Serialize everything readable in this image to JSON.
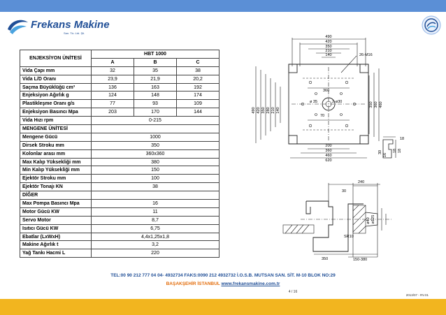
{
  "brand": {
    "name": "Frekans Makine",
    "sub": "San. Tic. Ltd. Şti."
  },
  "table": {
    "injection_title": "ENJEKSİYON ÜNİTESİ",
    "model": "HBT 1000",
    "cols": [
      "A",
      "B",
      "C"
    ],
    "injection_rows": [
      {
        "label": "Vida Çapı mm",
        "vals": [
          "32",
          "35",
          "38"
        ]
      },
      {
        "label": "Vida L/D Oranı",
        "vals": [
          "23,9",
          "21,9",
          "20,2"
        ]
      },
      {
        "label": "Saçma Büyüklüğü cm³",
        "vals": [
          "136",
          "163",
          "192"
        ]
      },
      {
        "label": "Enjeksiyon Ağırlık g",
        "vals": [
          "124",
          "148",
          "174"
        ]
      },
      {
        "label": "Plastikleşme Oranı g/s",
        "vals": [
          "77",
          "93",
          "109"
        ]
      },
      {
        "label": "Enjeksiyon Basıncı Mpa",
        "vals": [
          "203",
          "170",
          "144"
        ]
      }
    ],
    "speed_row": {
      "label": "Vida Hızı rpm",
      "value": "0-215"
    },
    "clamp_title": "MENGENE ÜNİTESİ",
    "clamp_rows": [
      {
        "label": "Mengene Gücü",
        "value": "1000"
      },
      {
        "label": "Dirsek Stroku mm",
        "value": "350"
      },
      {
        "label": "Kolonlar arası mm",
        "value": "360x360"
      },
      {
        "label": "Max Kalıp Yüksekliği mm",
        "value": "380"
      },
      {
        "label": "Min Kalıp Yüksekliği mm",
        "value": "150"
      },
      {
        "label": "Ejektör Stroku mm",
        "value": "100"
      },
      {
        "label": "Ejektör Tonajı KN",
        "value": "38"
      }
    ],
    "other_title": "DİĞER",
    "other_rows": [
      {
        "label": "Max Pompa Basıncı Mpa",
        "value": "16"
      },
      {
        "label": "Motor Gücü KW",
        "value": "11"
      },
      {
        "label": "Servo Motor",
        "value": "8,7"
      },
      {
        "label": "Isıtıcı Gücü KW",
        "value": "6,75"
      },
      {
        "label": "Ebatlar (LxWxH)",
        "value": "4,4x1,25x1,8"
      },
      {
        "label": "Makine Ağırlık t",
        "value": "3,2"
      },
      {
        "label": "Yağ Tankı Hacmi L",
        "value": "220"
      }
    ]
  },
  "drawing_top": {
    "dims_top": [
      "490",
      "420",
      "350",
      "210",
      "140"
    ],
    "thread": "26-M16",
    "left_dims": [
      "490",
      "420",
      "350",
      "280",
      "210",
      "140"
    ],
    "right_dims": [
      "350",
      "360",
      "460"
    ],
    "hole": "ø 35",
    "slot": "2-ø30",
    "center_dims": [
      "360",
      "70"
    ],
    "bottom_dims": [
      "200",
      "360",
      "460",
      "620"
    ],
    "detail_dims": [
      "18",
      "30",
      "16",
      "18",
      "18"
    ]
  },
  "drawing_bottom": {
    "dims": [
      "240",
      "30",
      "ø125",
      "ø40",
      "SR10",
      "350",
      "150-380"
    ]
  },
  "footer": {
    "line1": "TEL:00 90 212 777 04 04- 4932734 FAKS:0090 212 4932732  İ.O.S.B. MUTSAN SAN. SİT. M-10 BLOK NO:29",
    "line2_prefix": "BAŞAKŞEHİR İSTANBUL ",
    "website": "www.frekansmakine.com.tr",
    "page": "4 / 16",
    "code": "2013/07 - RV.01"
  },
  "colors": {
    "top_bar": "#5b8fd6",
    "bottom_bar": "#f2b51f",
    "brand": "#1f4e96",
    "accent": "#e36c0a"
  }
}
